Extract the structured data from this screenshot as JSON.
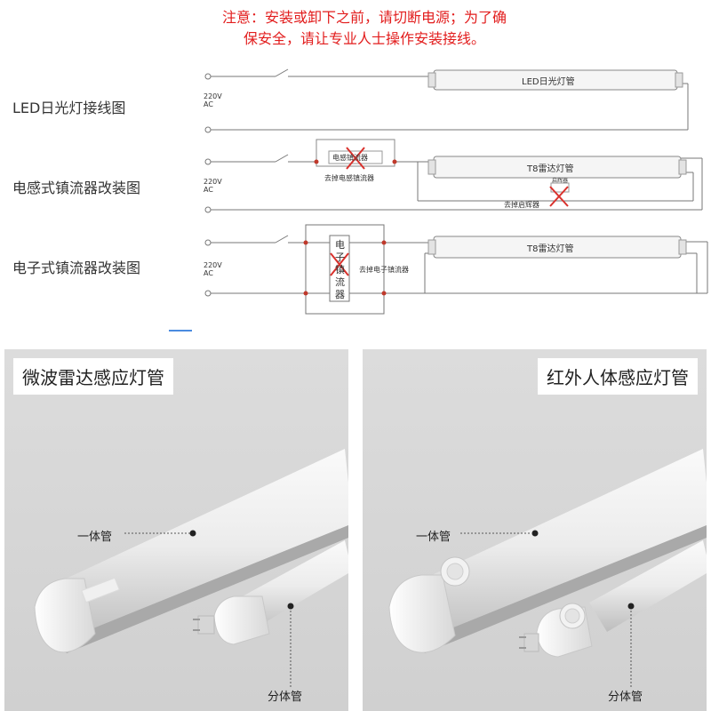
{
  "notice": {
    "line1": "注意：安装或卸下之前，请切断电源；为了确",
    "line2": "保安全，请让专业人士操作安装接线。"
  },
  "rows": [
    {
      "label": "LED日光灯接线图",
      "voltage": "220V",
      "voltage_unit": "AC",
      "tube_label": "LED日光灯管"
    },
    {
      "label": "电感式镇流器改装图",
      "voltage": "220V",
      "voltage_unit": "AC",
      "tube_label": "T8雷达灯管",
      "ballast_box": "电感镇流器",
      "remove_ballast": "去掉电感镇流器",
      "starter_box": "启辉器",
      "remove_starter": "去掉启辉器"
    },
    {
      "label": "电子式镇流器改装图",
      "voltage": "220V",
      "voltage_unit": "AC",
      "tube_label": "T8雷达灯管",
      "ballast_chars": [
        "电",
        "子",
        "镇",
        "流",
        "器"
      ],
      "remove_ballast": "去掉电子镇流器"
    }
  ],
  "panels": [
    {
      "title": "微波雷达感应灯管",
      "callout_integrated": "一体管",
      "callout_split": "分体管"
    },
    {
      "title": "红外人体感应灯管",
      "callout_integrated": "一体管",
      "callout_split": "分体管"
    }
  ],
  "colors": {
    "warning": "#e21d1d",
    "line": "#666666",
    "cross": "#d9312c",
    "panel_bg": "#d4d4d4"
  }
}
